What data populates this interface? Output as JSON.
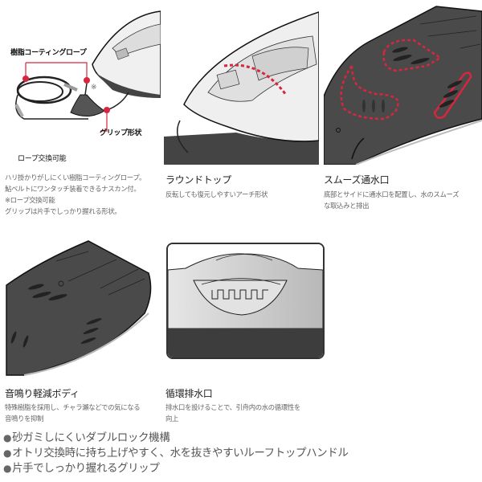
{
  "panels": [
    {
      "id": "rope",
      "labels": {
        "rope_label": "樹脂コーティングロープ",
        "grip_label": "グリップ形状",
        "replace_label": "ロープ交換可能",
        "note_mark": "※"
      },
      "title": "",
      "desc": [
        "ハリ掛かりがしにくい樹脂コーティングロープ。",
        "鮎ベルトにワンタッチ装着できるナスカン付。",
        "※ロープ交換可能",
        "グリップは片手でしっかり握れる形状。"
      ]
    },
    {
      "id": "round-top",
      "title": "ラウンドトップ",
      "desc": [
        "反転しても復元しやすいアーチ形状"
      ]
    },
    {
      "id": "smooth-drain",
      "title": "スムーズ通水口",
      "desc": [
        "底部とサイドに通水口を配置し、水のスムーズ",
        "な取込みと排出"
      ]
    },
    {
      "id": "noise-reduction",
      "title": "音鳴り軽減ボディ",
      "desc": [
        "特殊樹脂を採用し、チャラ瀬などでの気になる",
        "音鳴りを抑制"
      ]
    },
    {
      "id": "circulation-drain",
      "title": "循環排水口",
      "desc": [
        "排水口を設けることで、引舟内の水の循環性を",
        "向上"
      ]
    }
  ],
  "features": [
    {
      "bullet": "●",
      "text": "砂ガミしにくいダブルロック機構"
    },
    {
      "bullet": "●",
      "text": "オトリ交換時に持ち上げやすく、水を抜きやすいルーフトップハンドル"
    },
    {
      "bullet": "●",
      "text": "片手でしっかり握れるグリップ"
    }
  ],
  "colors": {
    "accent_red": "#d7263d",
    "body_dark": "#4a4a4a",
    "body_light": "#e6e6e6",
    "title_text": "#222222",
    "desc_text": "#666666"
  }
}
